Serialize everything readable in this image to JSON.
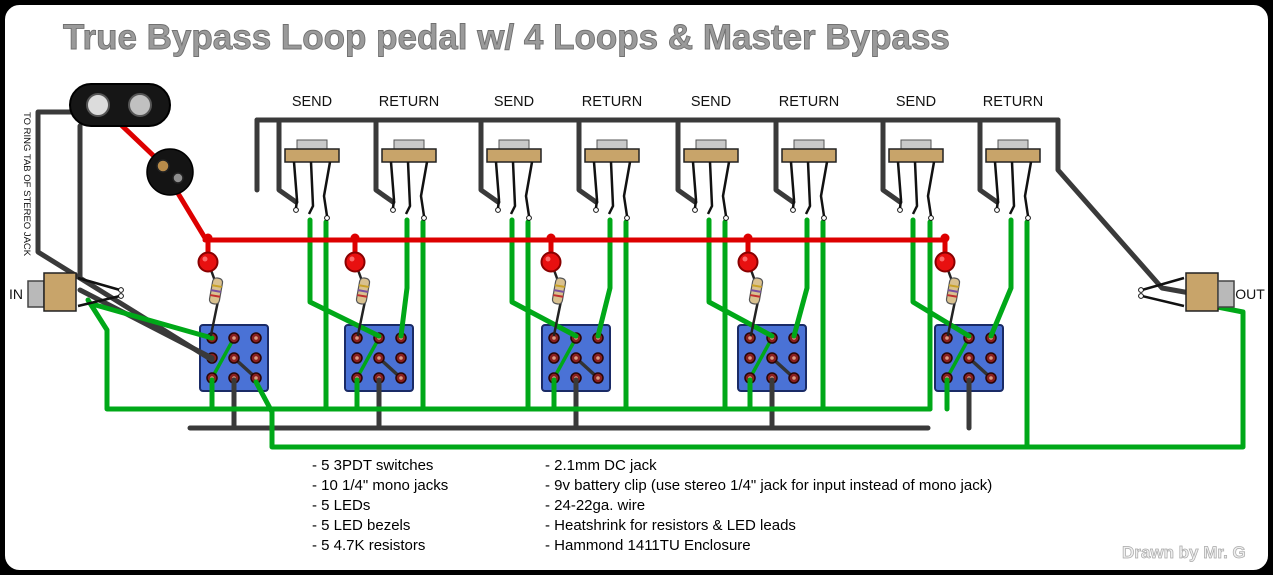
{
  "title": "True Bypass Loop pedal w/ 4 Loops & Master Bypass",
  "labels": {
    "in": "IN",
    "out": "OUT",
    "side_note": "TO RING TAB OF STEREO JACK",
    "credit": "Drawn by Mr. G"
  },
  "jack_labels": [
    "SEND",
    "RETURN",
    "SEND",
    "RETURN",
    "SEND",
    "RETURN",
    "SEND",
    "RETURN"
  ],
  "parts": {
    "left": [
      "- 5 3PDT switches",
      "- 10 1/4\" mono jacks",
      "- 5 LEDs",
      "- 5 LED bezels",
      "- 5 4.7K resistors"
    ],
    "right": [
      "- 2.1mm DC jack",
      "- 9v battery clip (use stereo 1/4\" jack for input instead of mono jack)",
      "- 24-22ga. wire",
      "- Heatshrink for resistors & LED leads",
      "- Hammond 1411TU Enclosure"
    ]
  },
  "colors": {
    "wire_power": "#dd0000",
    "wire_signal": "#00a818",
    "wire_ground": "#3a3a3a",
    "switch_body": "#4a72d6",
    "jack_body": "#c8a46a",
    "led": "#e81010"
  }
}
